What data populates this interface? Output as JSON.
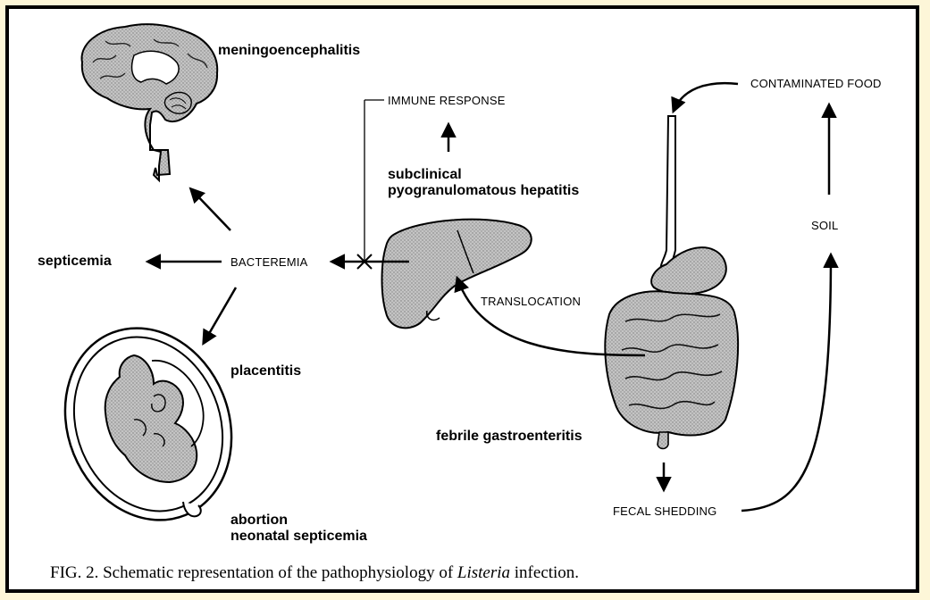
{
  "labels": {
    "meningoencephalitis": "meningoencephalitis",
    "septicemia": "septicemia",
    "bacteremia": "BACTEREMIA",
    "placentitis": "placentitis",
    "abortion": "abortion",
    "neonatal_septicemia": "neonatal septicemia",
    "immune_response": "IMMUNE RESPONSE",
    "subclinical": "subclinical",
    "pyogranulomatous_hepatitis": "pyogranulomatous hepatitis",
    "translocation": "TRANSLOCATION",
    "febrile_gastroenteritis": "febrile gastroenteritis",
    "fecal_shedding": "FECAL SHEDDING",
    "contaminated_food": "CONTAMINATED FOOD",
    "soil": "SOIL"
  },
  "caption": {
    "prefix": "FIG. 2. Schematic representation of the pathophysiology of ",
    "italic": "Listeria",
    "suffix": " infection."
  },
  "colors": {
    "frame": "#000000",
    "page_background": "#fdf6d8",
    "organ_fill": "#bdbdbd",
    "ink": "#000000"
  },
  "icons": [
    "brain-illustration",
    "pregnant-uterus-illustration",
    "liver-illustration",
    "digestive-tract-illustration"
  ]
}
